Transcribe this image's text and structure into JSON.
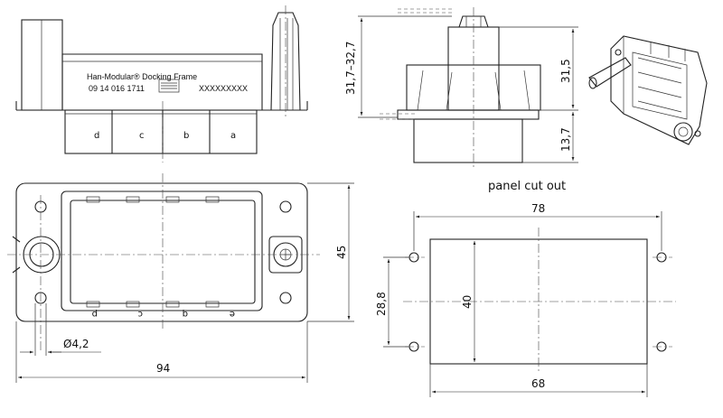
{
  "front_view": {
    "brand_line": "Han-Modular® Docking Frame",
    "part_number": "09 14 016 1711",
    "placeholder_code": "XXXXXXXXX",
    "module_slots": [
      "d",
      "c",
      "b",
      "a"
    ]
  },
  "side_view": {
    "dim_upper": "31,7–32,7",
    "dim_right_upper": "31,5",
    "dim_right_lower": "13,7"
  },
  "top_view": {
    "dim_height": "45",
    "dim_width": "94",
    "dim_hole": "Ø4,2",
    "slot_labels": [
      "p",
      "c",
      "q",
      "e"
    ]
  },
  "cutout": {
    "title": "panel cut out",
    "dim_hole_spacing_x": "78",
    "dim_cut_width": "68",
    "dim_hole_spacing_y": "28,8",
    "dim_cut_height": "40"
  }
}
